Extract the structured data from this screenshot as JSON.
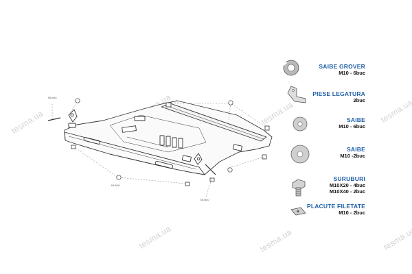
{
  "watermark": "tesma.ua",
  "legend": [
    {
      "title": "SAIBE GROVER",
      "qty": [
        "M10 - 6buc"
      ],
      "icon": "spring-washer-icon"
    },
    {
      "title": "PIESE LEGATURA",
      "qty": [
        "2buc"
      ],
      "icon": "bracket-icon"
    },
    {
      "title": "SAIBE",
      "qty": [
        "M10 - 6buc"
      ],
      "icon": "washer-icon"
    },
    {
      "title": "SAIBE",
      "qty": [
        "M10 -2buc"
      ],
      "icon": "washer-icon"
    },
    {
      "title": "SURUBURI",
      "qty": [
        "M10X20 - 4buc",
        "M10X40 - 2buc"
      ],
      "icon": "bolt-icon"
    },
    {
      "title": "PLACUTE FILETATE",
      "qty": [
        "M10 - 2buc"
      ],
      "icon": "threaded-plate-icon"
    }
  ],
  "callouts": [
    "M10x40",
    "M10x20",
    "M10x40"
  ],
  "colors": {
    "legend_title": "#1f5fa8",
    "outline": "#333333",
    "watermark": "#d2d2d2"
  }
}
